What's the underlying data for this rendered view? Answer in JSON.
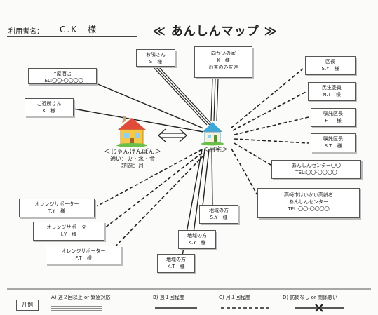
{
  "header": {
    "user_label": "利用者名：",
    "user_name": "C.K　様",
    "title": "≪ あんしんマップ ≫"
  },
  "nodes": {
    "osake": [
      "Y屋酒店",
      "TEL:〇〇-〇〇〇〇"
    ],
    "kinjo": [
      "ご近所さん",
      "K　様"
    ],
    "otonari": [
      "お隣さん",
      "S　様"
    ],
    "mukai": [
      "向かいの家",
      "K　様",
      "お茶のみ友達"
    ],
    "kucho": [
      "区長",
      "S.Y　様"
    ],
    "minsei": [
      "民生委員",
      "N.T　様"
    ],
    "honin_ku": [
      "嘱託区長",
      "F.T　様"
    ],
    "fuku_kucho": [
      "嘱託区長",
      "S.T　様"
    ],
    "anshin_center": [
      "あんしんセンター〇〇",
      "TEL:〇〇-〇〇〇〇"
    ],
    "kaigo": [
      "高崎市はいかい高齢者",
      "あんしんセンター",
      "TEL:〇〇-〇〇〇〇"
    ],
    "orange1": [
      "オレンジサポーター",
      "T.Y　様"
    ],
    "orange2": [
      "オレンジサポーター",
      "I.Y　様"
    ],
    "orange3": [
      "オレンジサポーター",
      "F.T　様"
    ],
    "chiiki1": [
      "地域の方",
      "S.Y　様"
    ],
    "chiiki2": [
      "地域の方",
      "K.Y　様"
    ],
    "chiiki3": [
      "地域の方",
      "K.T　様"
    ]
  },
  "center": {
    "jankenpon_name": "＜じゃんけんぽん＞",
    "jankenpon_days": "通い：火・水・金",
    "jankenpon_visit": "訪問：月",
    "home": "＜自宅＞"
  },
  "legend": {
    "key": "凡例",
    "a": "A) 週２回以上 or 緊急対応",
    "b": "B) 週１回程度",
    "c": "C) 月１回程度",
    "d": "D) 訪問なし or 関係悪い"
  }
}
